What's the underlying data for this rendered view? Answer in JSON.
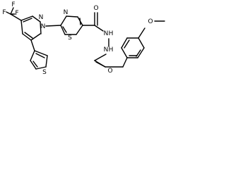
{
  "molecule": {
    "atoms": {
      "f_top": "F",
      "f_left": "F",
      "f_right": "F",
      "c_cf3": "C",
      "n_pz2": "N",
      "n_pz1": "N",
      "s_thz": "S",
      "n_thz": "N",
      "o_amide1": "O",
      "n_h1": "N",
      "h_1": "H",
      "n_h2": "N",
      "h_2": "H",
      "o_amide2": "O",
      "o_ether": "O",
      "s_thio": "S"
    }
  }
}
